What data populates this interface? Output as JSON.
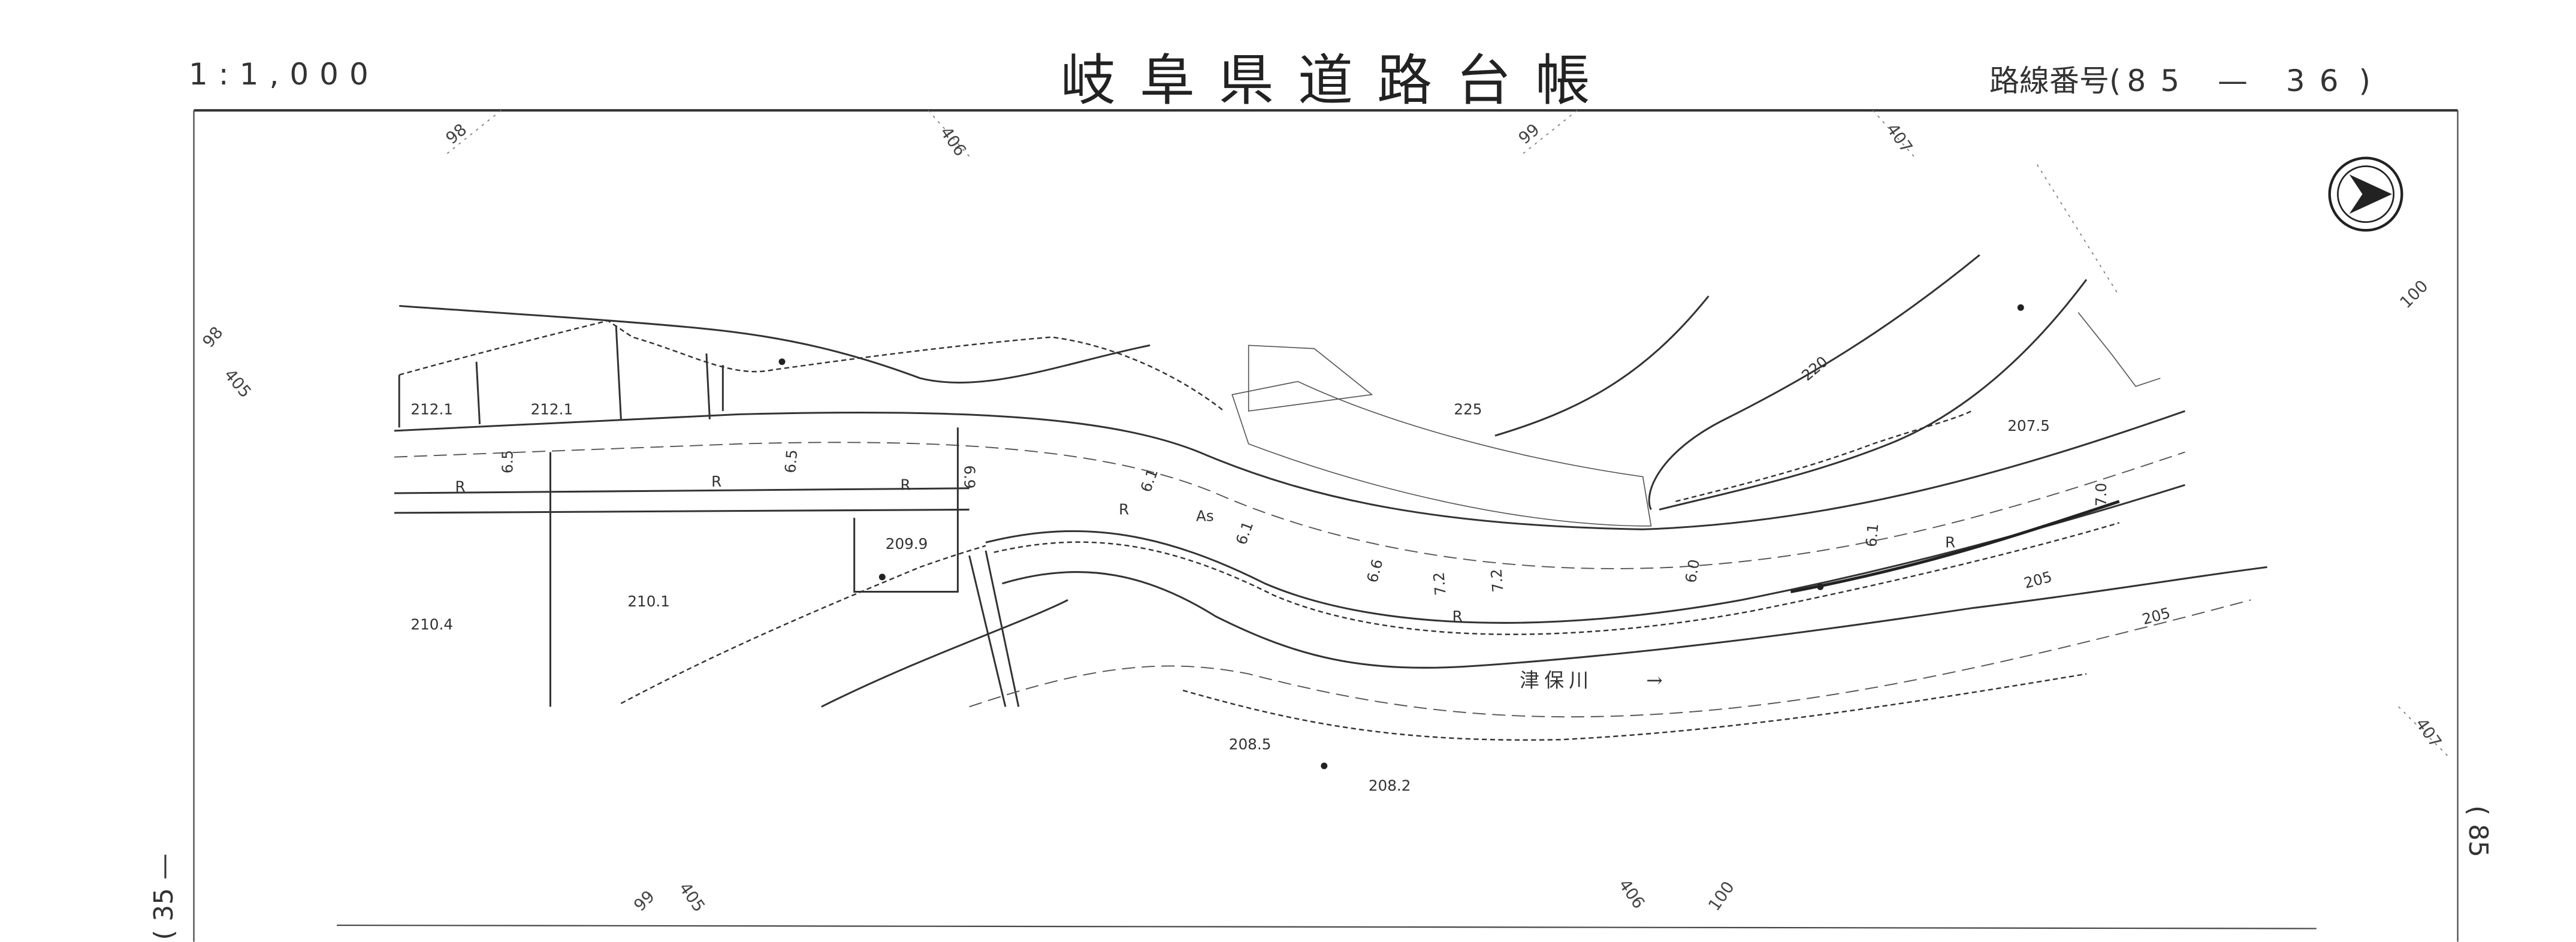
{
  "header": {
    "scale": "1:1,000",
    "title": "岐阜県道路台帳",
    "route_label": "路線番号(",
    "route_number": "85 — 36",
    "route_close": ")"
  },
  "side_labels": {
    "left": "( 35 —",
    "right": "( 85"
  },
  "grid_labels": [
    "98",
    "406",
    "99",
    "407",
    "98",
    "405",
    "100",
    "407",
    "99",
    "405",
    "406",
    "100"
  ],
  "spot_heights": [
    "212.1",
    "212.1",
    "210.4",
    "210.1",
    "209.9",
    "208.5",
    "208.2",
    "207.5"
  ],
  "contours": [
    "225",
    "220",
    "205",
    "205"
  ],
  "road_widths": [
    "6.5",
    "6.5",
    "6.9",
    "6.1",
    "6.1",
    "6.6",
    "7.2",
    "7.2",
    "6.0",
    "6.1",
    "7.0"
  ],
  "road_marks": {
    "r": "R",
    "asphalt": "As"
  },
  "river": {
    "name": "津保川",
    "arrow": "→"
  },
  "north_arrow_icon": "north-arrow-icon"
}
